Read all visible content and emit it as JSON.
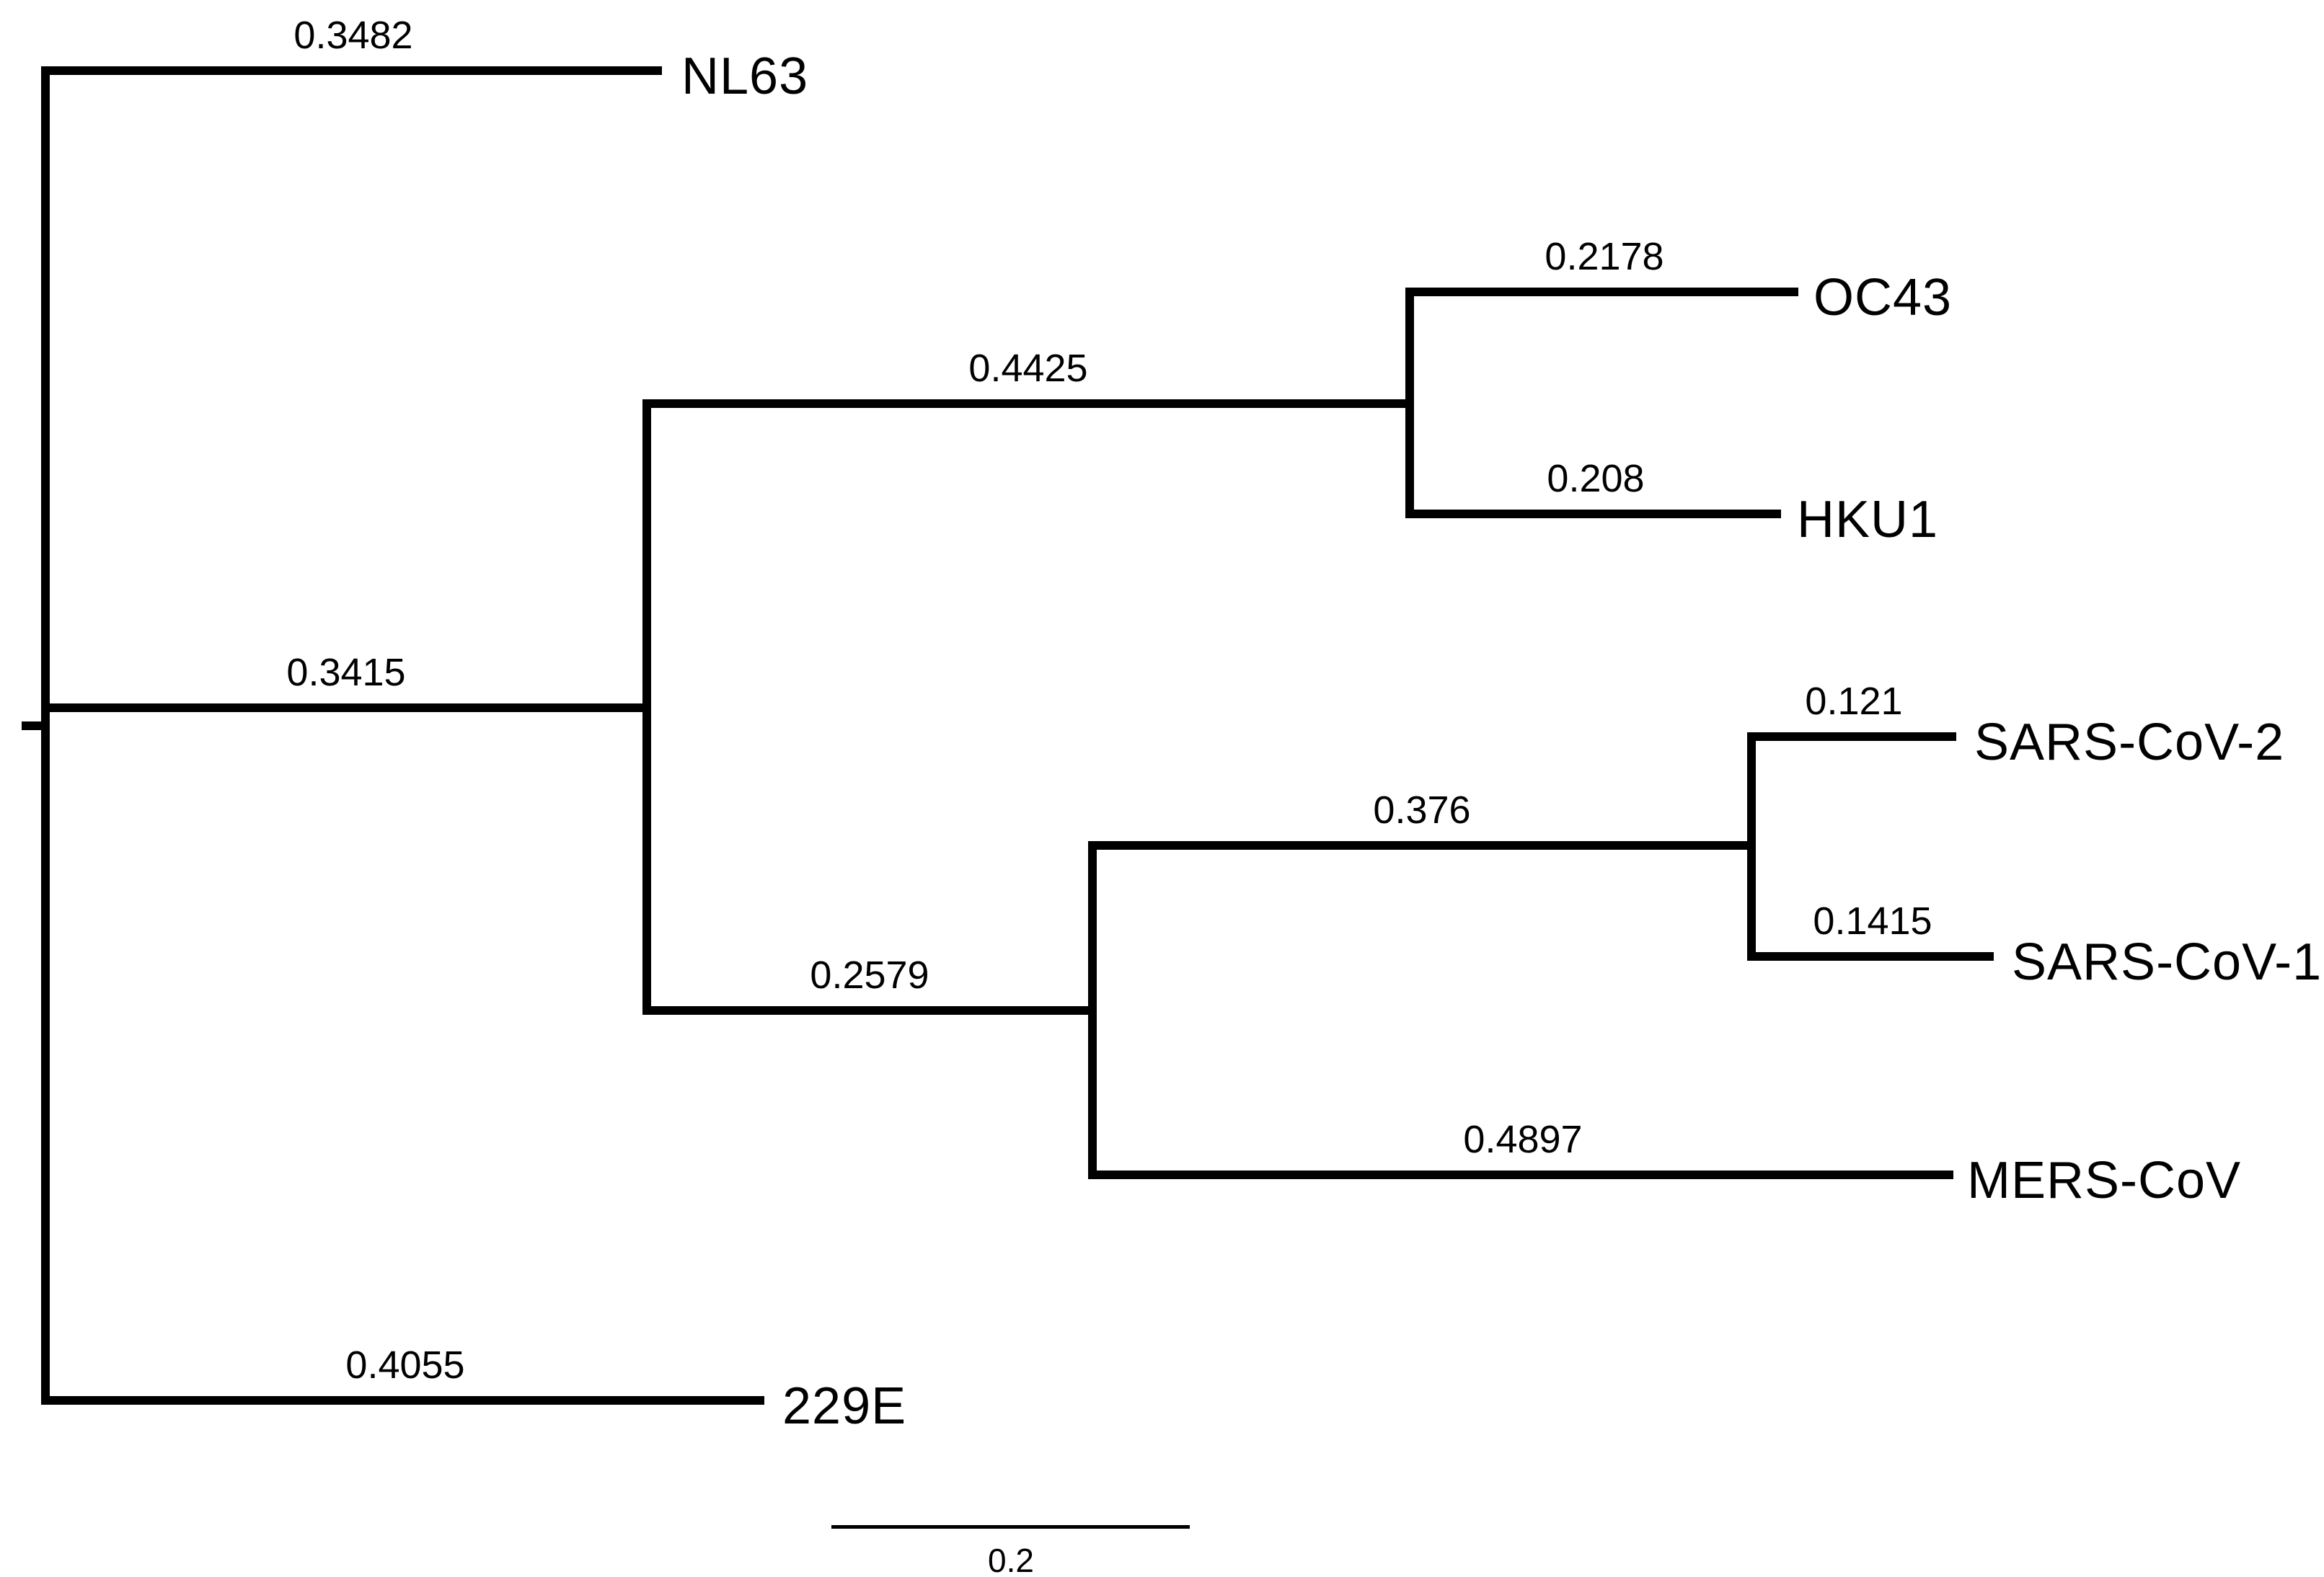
{
  "diagram": {
    "type": "phylogenetic-tree",
    "orientation": "left-to-right",
    "topology": "(NL63, ((OC43, HKU1), ((SARS-CoV-2, SARS-CoV-1), MERS-CoV)), 229E)",
    "colors": {
      "background": "#ffffff",
      "line": "#000000",
      "text": "#000000"
    },
    "taxa": [
      {
        "name": "NL63",
        "branch_length": "0.3482"
      },
      {
        "name": "OC43",
        "branch_length": "0.2178"
      },
      {
        "name": "HKU1",
        "branch_length": "0.208"
      },
      {
        "name": "SARS-CoV-2",
        "branch_length": "0.121"
      },
      {
        "name": "SARS-CoV-1",
        "branch_length": "0.1415"
      },
      {
        "name": "MERS-CoV",
        "branch_length": "0.4897"
      },
      {
        "name": "229E",
        "branch_length": "0.4055"
      }
    ],
    "internal_branches": [
      {
        "id": "root-to-beta-clade",
        "branch_length": "0.3415"
      },
      {
        "id": "to-oc43-hku1-clade",
        "branch_length": "0.4425"
      },
      {
        "id": "to-sars-mers-clade",
        "branch_length": "0.2579"
      },
      {
        "id": "to-sars1-sars2-clade",
        "branch_length": "0.376"
      }
    ],
    "scale_bar": {
      "label": "0.2"
    }
  }
}
